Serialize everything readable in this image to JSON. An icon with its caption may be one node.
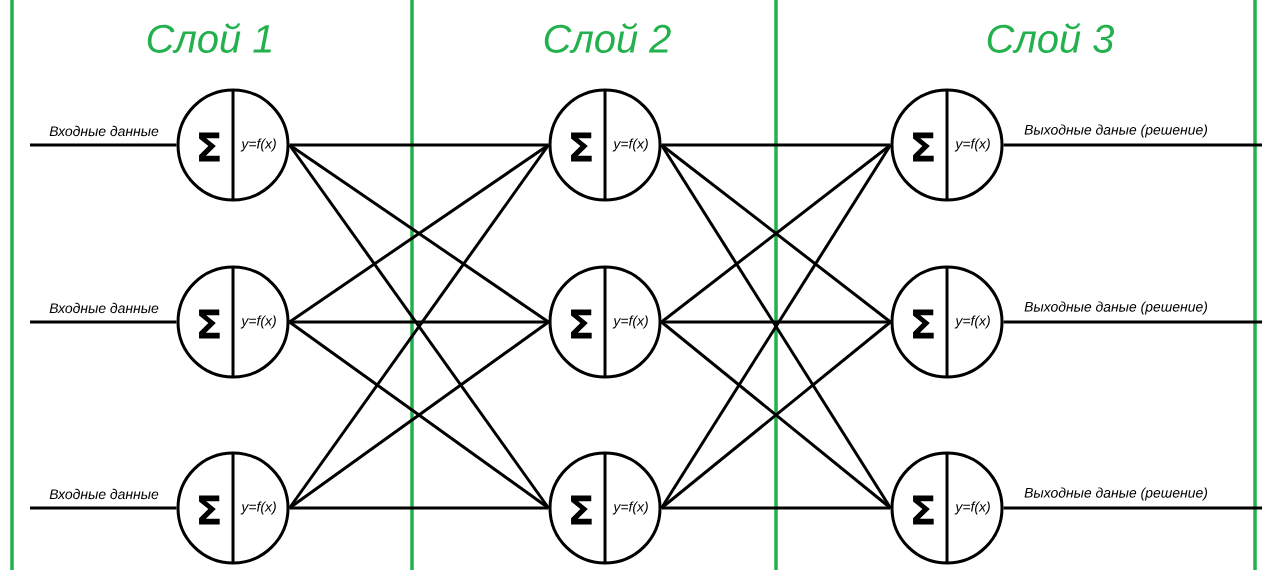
{
  "diagram": {
    "nodes": [
      {
        "text": [
          "Σ",
          "y=f(x)"
        ]
      },
      {
        "text": [
          "Σ",
          "y=f(x)"
        ]
      },
      {
        "text": [
          "Σ",
          "y=f(x)"
        ]
      },
      {
        "text": [
          "Σ",
          "y=f(x)"
        ]
      },
      {
        "text": [
          "Σ",
          "y=f(x)"
        ]
      },
      {
        "text": [
          "Σ",
          "y=f(x)"
        ]
      },
      {
        "text": [
          "Σ",
          "y=f(x)"
        ]
      },
      {
        "text": [
          "Σ",
          "y=f(x)"
        ]
      },
      {
        "text": [
          "Σ",
          "y=f(x)"
        ]
      }
    ],
    "edges": [
      {
        "from": null,
        "to": 0,
        "arrow": "none",
        "label": "Входные данные"
      },
      {
        "from": null,
        "to": 1,
        "arrow": "none",
        "label": "Входные данные"
      },
      {
        "from": null,
        "to": 2,
        "arrow": "none",
        "label": "Входные данные"
      },
      {
        "from": 0,
        "to": 3,
        "arrow": "none"
      },
      {
        "from": 0,
        "to": 4,
        "arrow": "none"
      },
      {
        "from": 0,
        "to": 5,
        "arrow": "none"
      },
      {
        "from": 1,
        "to": 3,
        "arrow": "none"
      },
      {
        "from": 1,
        "to": 4,
        "arrow": "none"
      },
      {
        "from": 1,
        "to": 5,
        "arrow": "none"
      },
      {
        "from": 2,
        "to": 3,
        "arrow": "none"
      },
      {
        "from": 2,
        "to": 4,
        "arrow": "none"
      },
      {
        "from": 2,
        "to": 5,
        "arrow": "none"
      },
      {
        "from": 3,
        "to": 6,
        "arrow": "none"
      },
      {
        "from": 3,
        "to": 7,
        "arrow": "none"
      },
      {
        "from": 3,
        "to": 8,
        "arrow": "none"
      },
      {
        "from": 4,
        "to": 6,
        "arrow": "none"
      },
      {
        "from": 4,
        "to": 7,
        "arrow": "none"
      },
      {
        "from": 4,
        "to": 8,
        "arrow": "none"
      },
      {
        "from": 5,
        "to": 6,
        "arrow": "none"
      },
      {
        "from": 5,
        "to": 7,
        "arrow": "none"
      },
      {
        "from": 5,
        "to": 8,
        "arrow": "none"
      },
      {
        "from": 6,
        "to": null,
        "arrow": "none",
        "label": "Выходные даные (решение)"
      },
      {
        "from": 7,
        "to": null,
        "arrow": "none",
        "label": "Выходные даные (решение)"
      },
      {
        "from": 8,
        "to": null,
        "arrow": "none",
        "label": "Выходные даные (решение)"
      }
    ],
    "labels": [
      "Слой 1",
      "Слой 2",
      "Слой 3"
    ]
  }
}
